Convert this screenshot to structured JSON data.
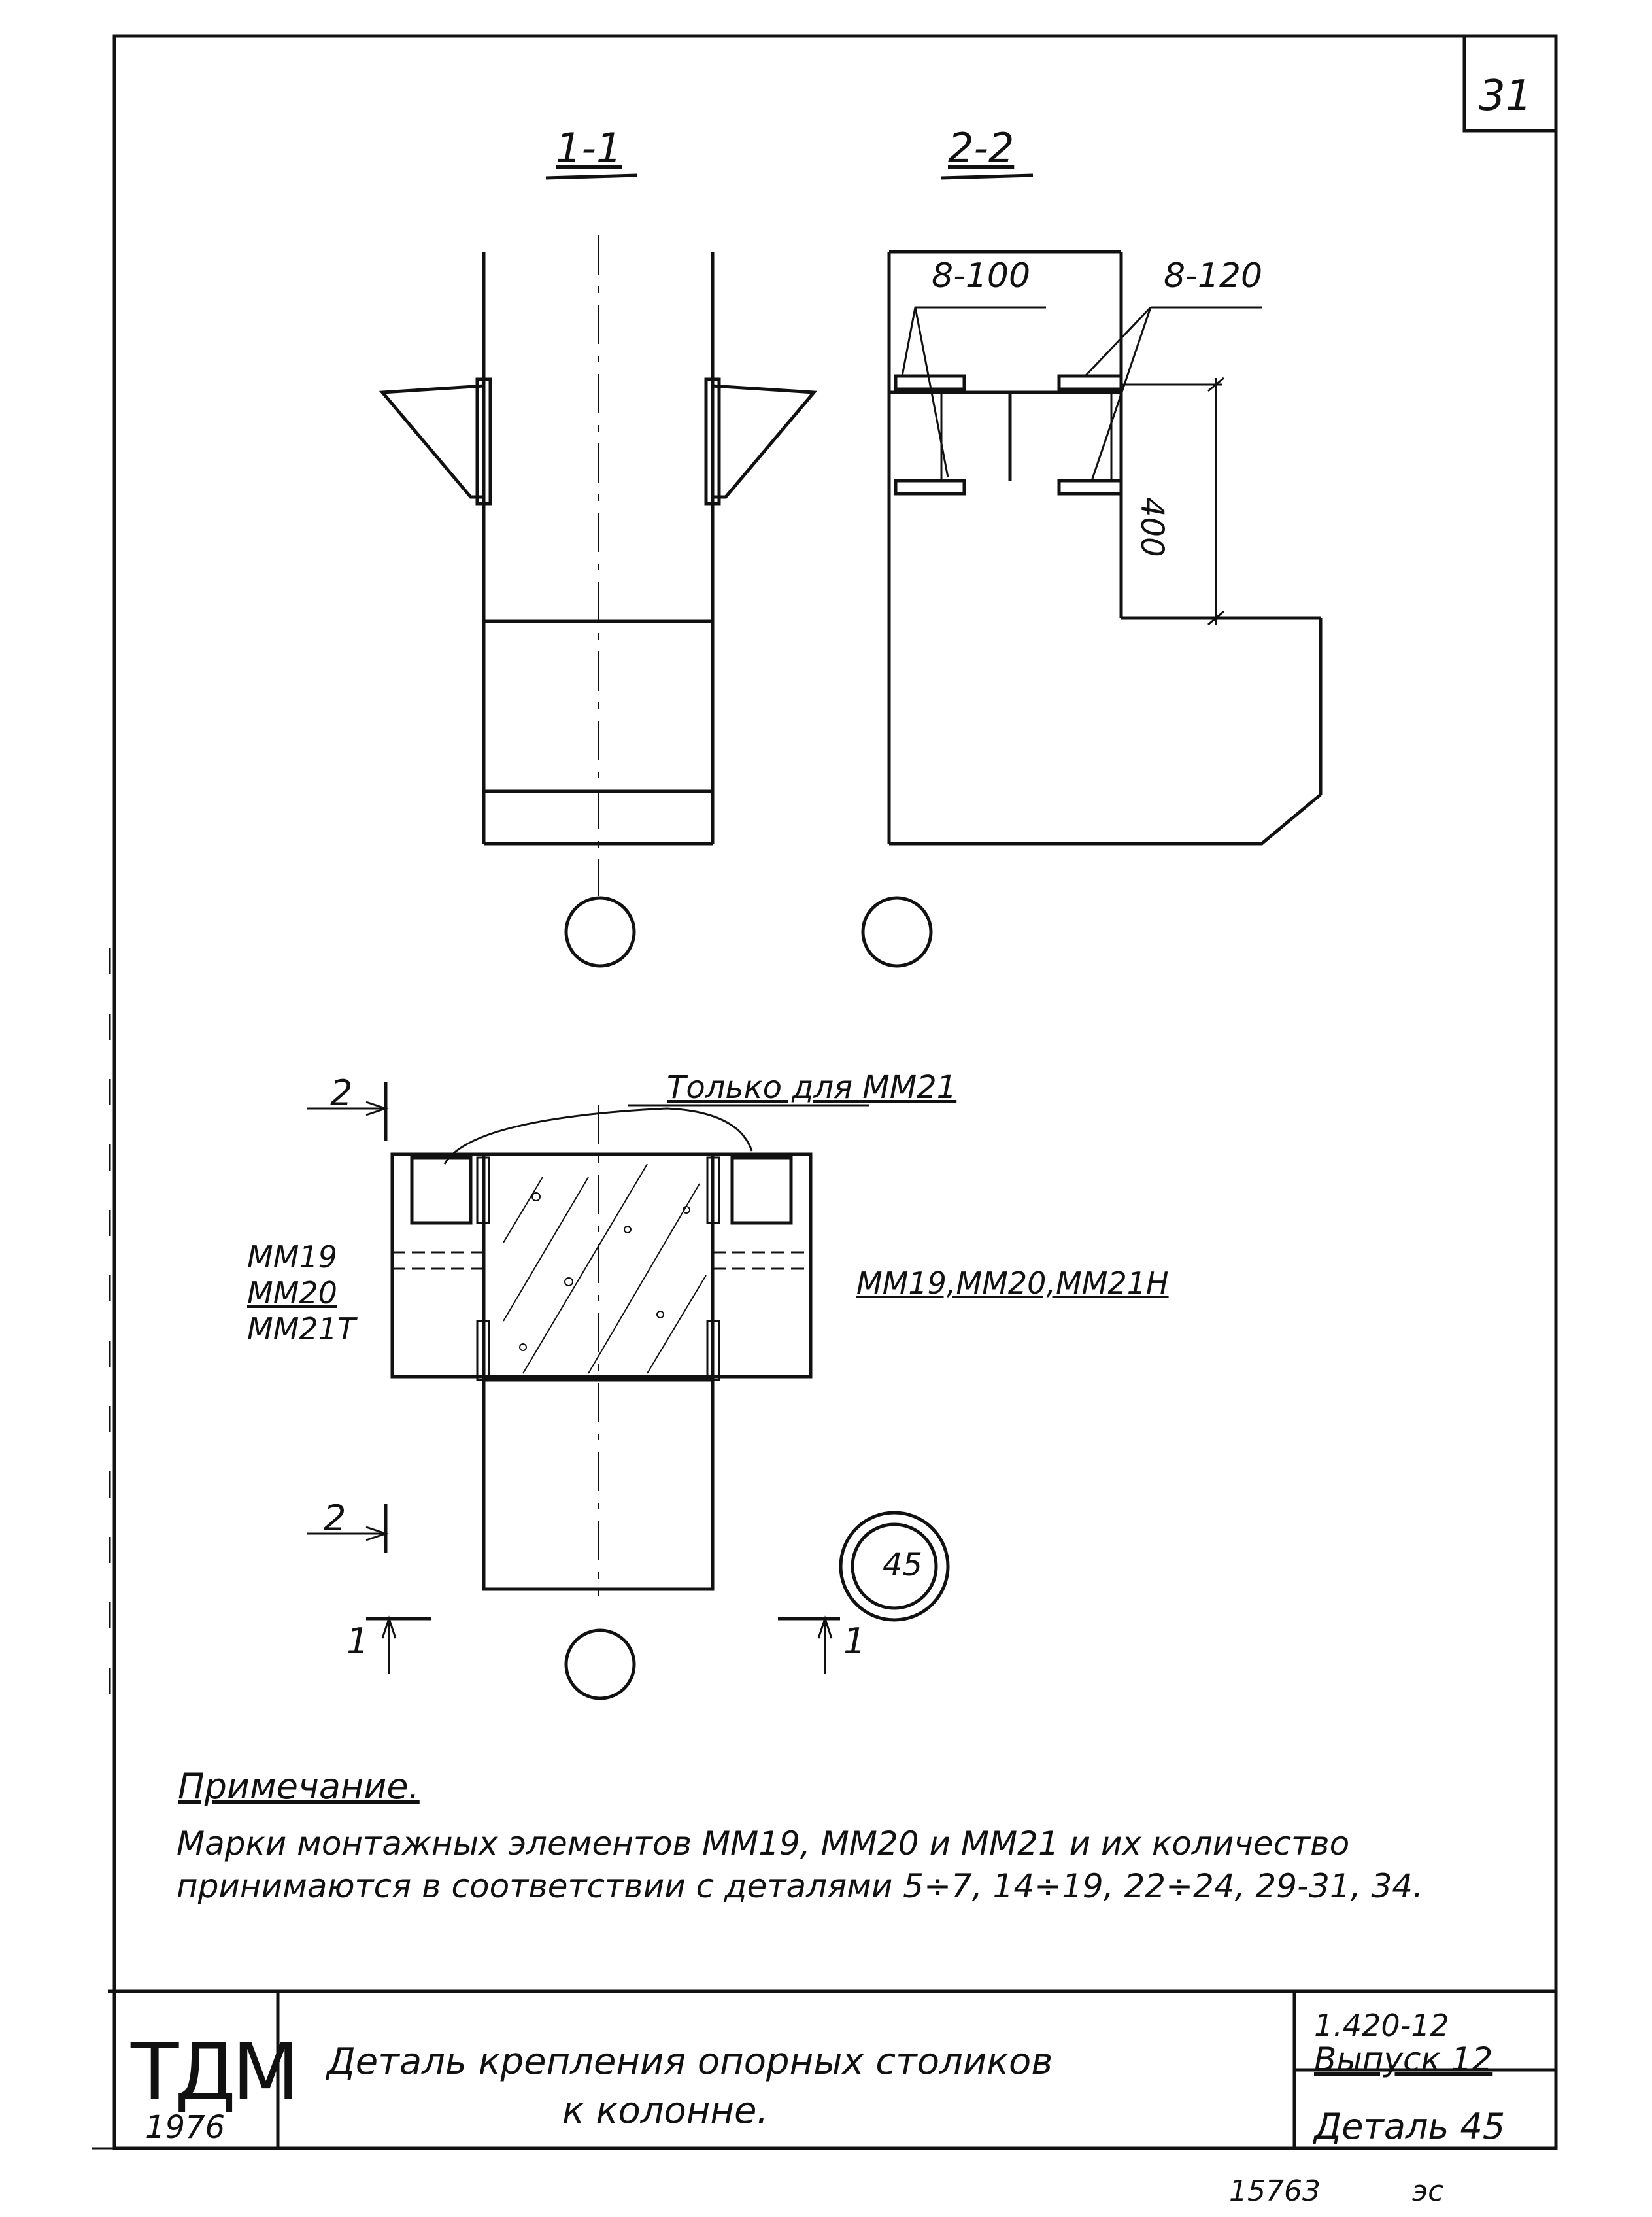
{
  "sheet_number": "31",
  "sections": {
    "section_1": "1-1",
    "section_2": "2-2",
    "rebar_1": "8-100",
    "rebar_2": "8-120",
    "dimension": "400"
  },
  "plan": {
    "only_note": "Только для ММ21",
    "cut_2_top": "2",
    "cut_2_bottom": "2",
    "cut_1_left": "1",
    "cut_1_right": "1",
    "mark_left_1": "ММ19",
    "mark_left_2": "ММ20",
    "mark_left_3": "ММ21Т",
    "mark_right": "ММ19,ММ20,ММ21Н",
    "detail_number": "45"
  },
  "note": {
    "title": "Примечание.",
    "line_1": "Марки монтажных элементов ММ19, ММ20 и ММ21 и их количество",
    "line_2": "принимаются в соответствии с деталями 5÷7, 14÷19, 22÷24, 29-31, 34."
  },
  "title_block": {
    "org": "ТДМ",
    "year": "1976",
    "title_line_1": "Деталь  крепления  опорных  столиков",
    "title_line_2": "к  колонне.",
    "series": "1.420-12",
    "issue": "Выпуск  12",
    "detail": "Деталь  45"
  },
  "footer": {
    "archive_number": "15763",
    "tail_mark": "эс"
  },
  "colors": {
    "ink": "#111111",
    "paper": "#ffffff"
  }
}
